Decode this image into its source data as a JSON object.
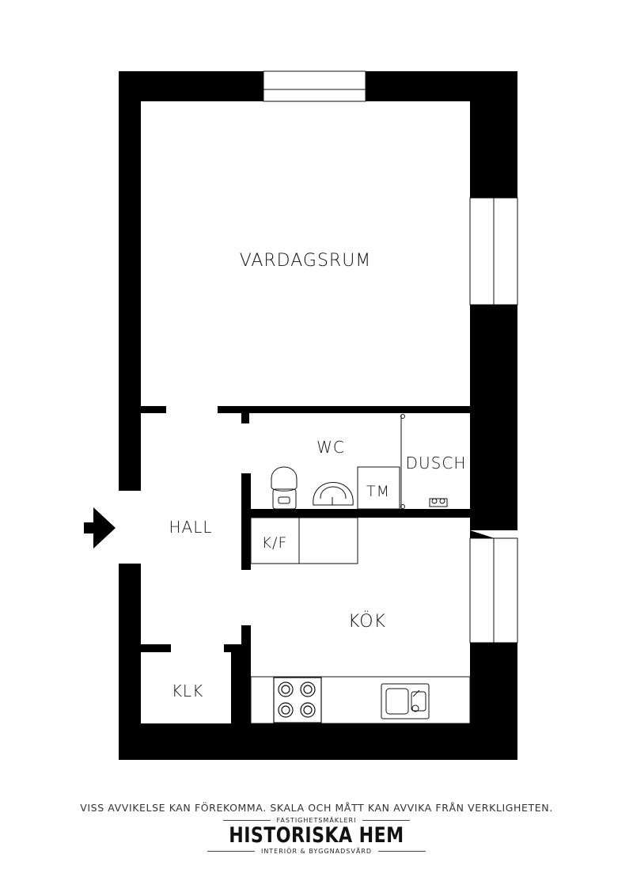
{
  "rooms": {
    "vardagsrum": "VARDAGSRUM",
    "wc": "WC",
    "dusch": "DUSCH",
    "tm": "TM",
    "hall": "HALL",
    "kf": "K/F",
    "kok": "KÖK",
    "klk": "KLK"
  },
  "disclaimer": "VISS AVVIKELSE KAN FÖREKOMMA. SKALA OCH MÅTT KAN AVVIKA FRÅN VERKLIGHETEN.",
  "brand": {
    "tagline_top": "FASTIGHETSMÄKLERI",
    "name": "HISTORISKA HEM",
    "tagline_bottom": "INTERIÖR & BYGGNADSVÅRD"
  },
  "colors": {
    "wall": "#000000",
    "background": "#ffffff",
    "line": "#111111"
  },
  "icons": [
    "entrance-arrow-icon",
    "toilet-icon",
    "sink-icon",
    "shower-icon",
    "stove-icon",
    "kitchen-sink-icon"
  ]
}
